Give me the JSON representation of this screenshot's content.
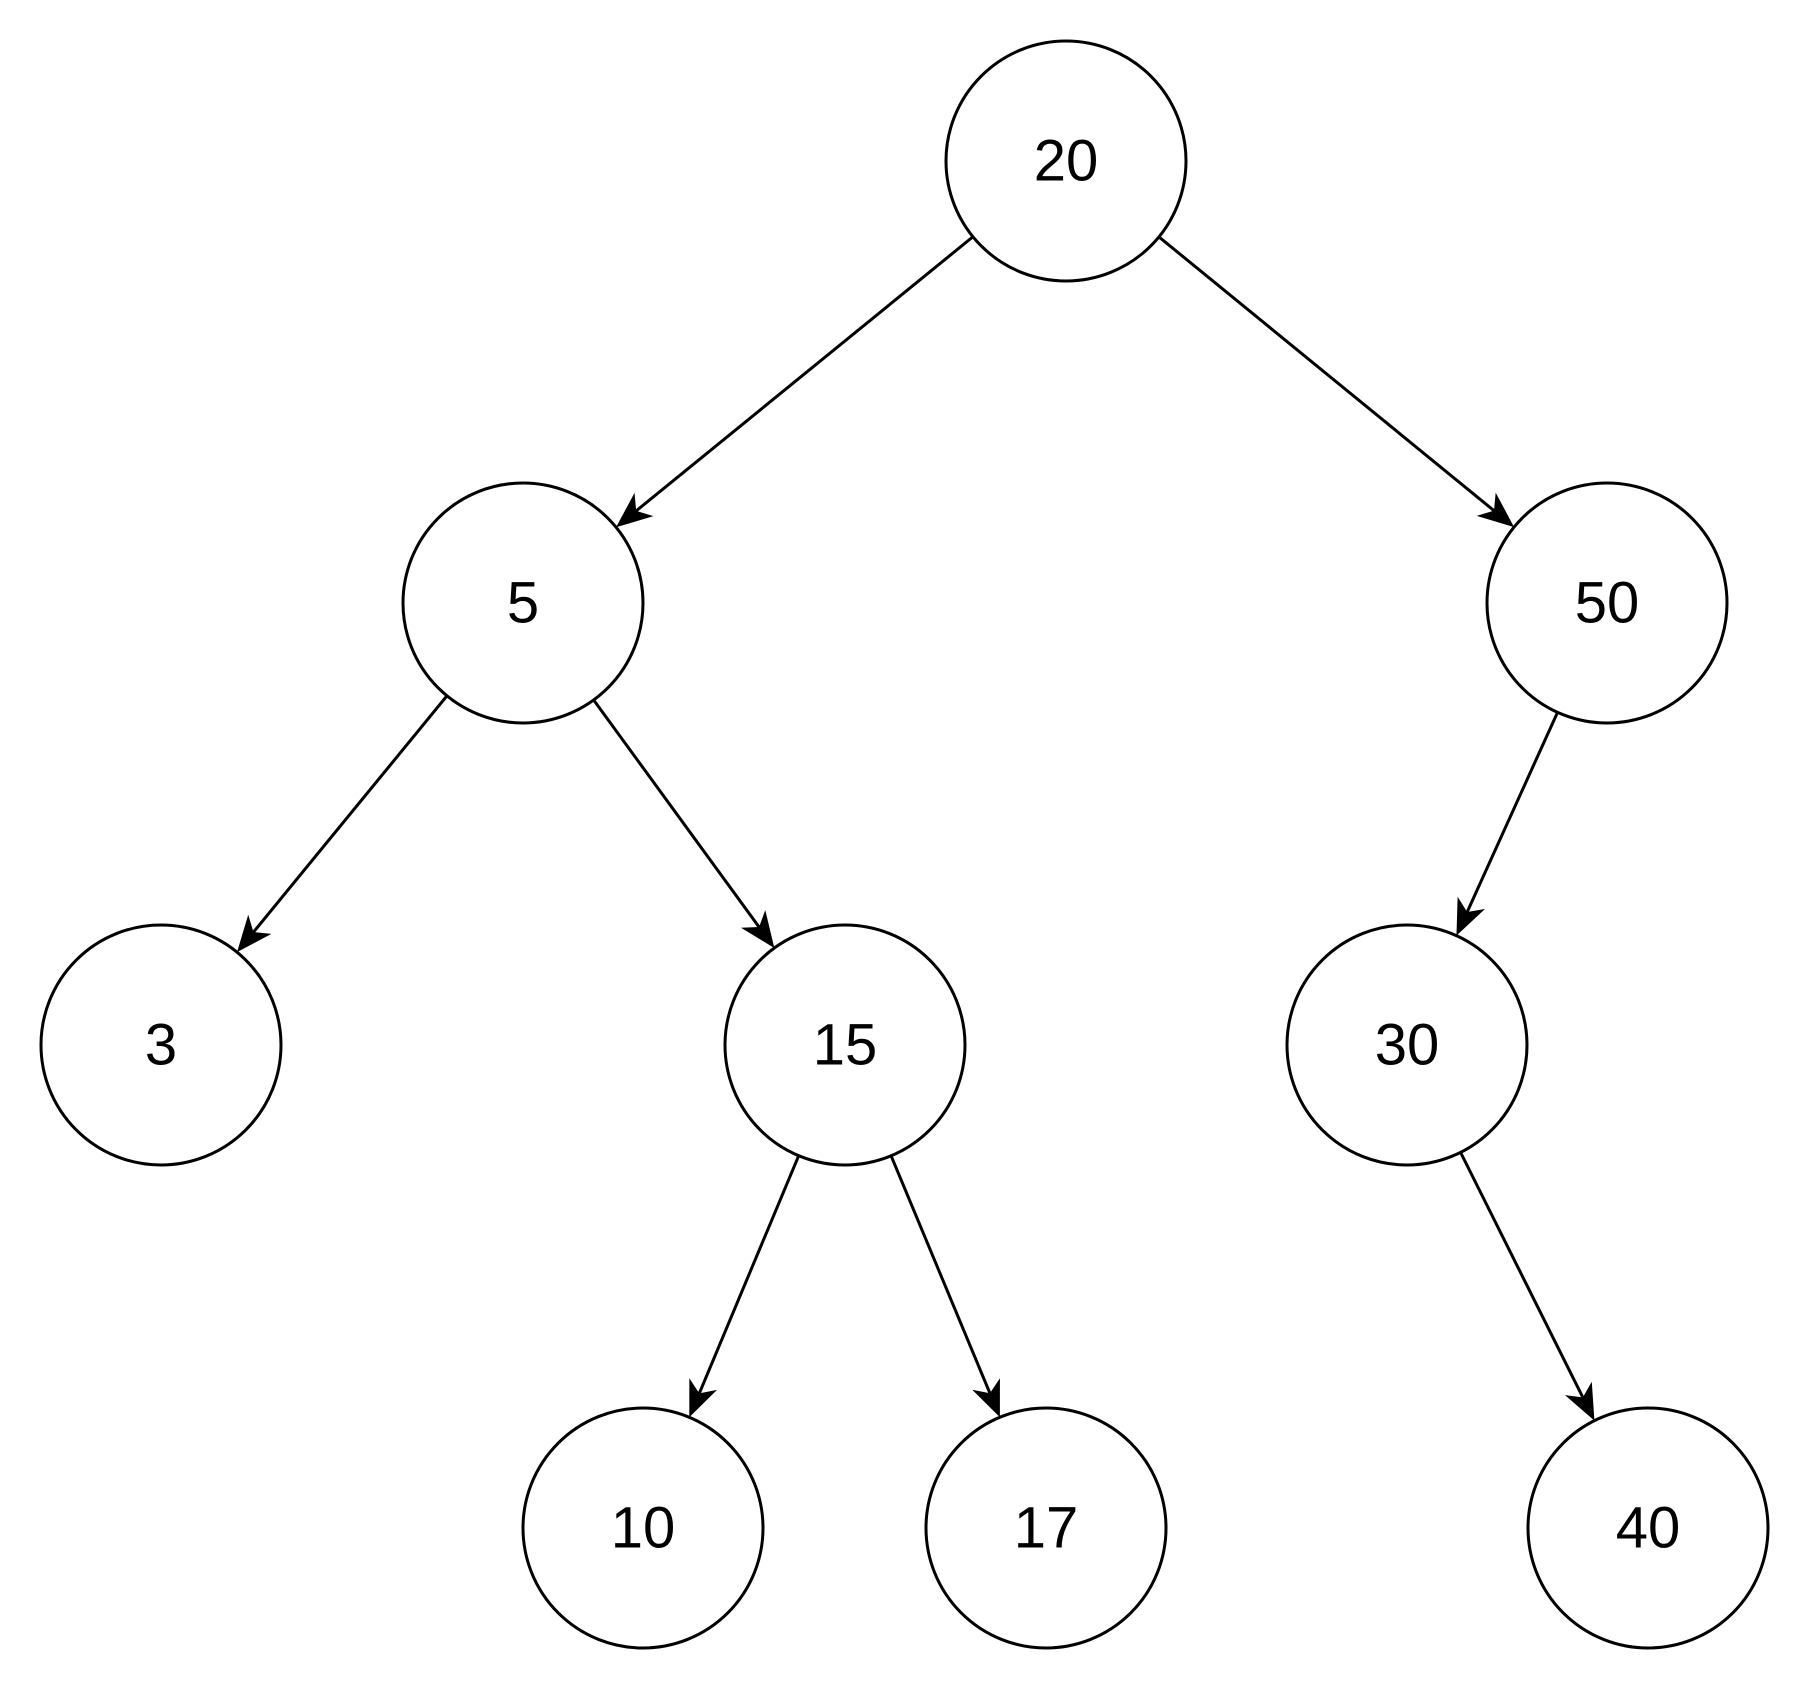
{
  "tree": {
    "nodes": [
      {
        "id": "n20",
        "label": "20"
      },
      {
        "id": "n5",
        "label": "5"
      },
      {
        "id": "n50",
        "label": "50"
      },
      {
        "id": "n3",
        "label": "3"
      },
      {
        "id": "n15",
        "label": "15"
      },
      {
        "id": "n30",
        "label": "30"
      },
      {
        "id": "n10",
        "label": "10"
      },
      {
        "id": "n17",
        "label": "17"
      },
      {
        "id": "n40",
        "label": "40"
      }
    ],
    "edges": [
      {
        "from": "n20",
        "to": "n5"
      },
      {
        "from": "n20",
        "to": "n50"
      },
      {
        "from": "n5",
        "to": "n3"
      },
      {
        "from": "n5",
        "to": "n15"
      },
      {
        "from": "n50",
        "to": "n30"
      },
      {
        "from": "n15",
        "to": "n10"
      },
      {
        "from": "n15",
        "to": "n17"
      },
      {
        "from": "n30",
        "to": "n40"
      }
    ]
  }
}
